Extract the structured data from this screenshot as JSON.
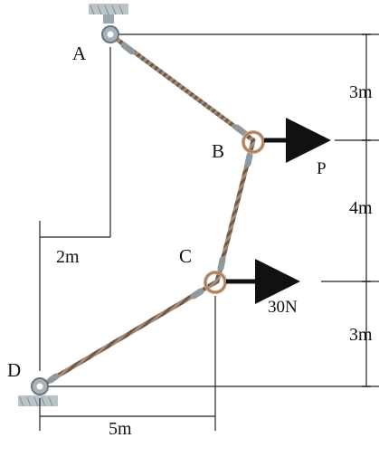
{
  "points": {
    "A": "A",
    "B": "B",
    "C": "C",
    "D": "D"
  },
  "dimensions": {
    "right": [
      "3m",
      "4m",
      "3m"
    ],
    "horizontal": [
      "2m",
      "5m"
    ]
  },
  "forces": {
    "P": "P",
    "load": "30N"
  },
  "colors": {
    "rope": "#9c8470",
    "rope_dark": "#5b4a3c",
    "ring": "#c8a080",
    "support": "#9aa7ae",
    "line": "#222222",
    "arrow": "#111111"
  }
}
